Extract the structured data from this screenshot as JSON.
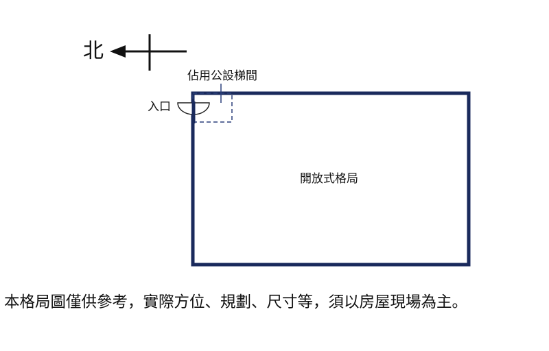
{
  "compass": {
    "label": "北",
    "icon": "north-arrow-icon"
  },
  "plan": {
    "stair_label": "佔用公設梯間",
    "entrance_label": "入口",
    "room_label": "開放式格局",
    "wall_color": "#1a2a5c",
    "stair_box_color": "#2a3f7a",
    "icons": {
      "door": "door-swing-icon"
    }
  },
  "disclaimer": "本格局圖僅供參考，實際方位、規劃、尺寸等，須以房屋現場為主。"
}
